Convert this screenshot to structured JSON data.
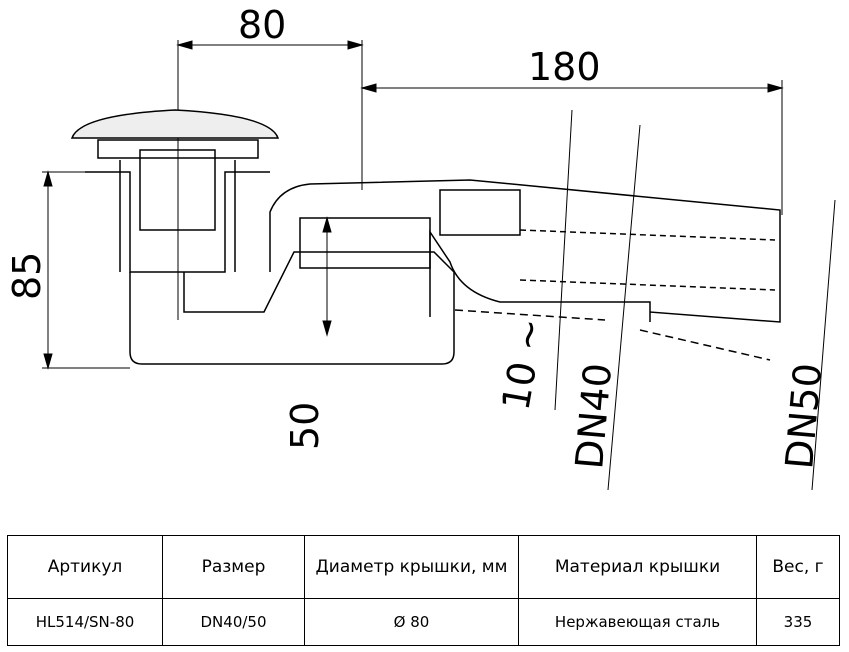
{
  "drawing": {
    "dim_cover_diameter": "80",
    "dim_outlet_length": "180",
    "dim_height": "85",
    "dim_water_seal": "50",
    "dim_slope": "10 ~",
    "dim_dn40": "DN40",
    "dim_dn50": "DN50"
  },
  "table": {
    "headers": [
      "Артикул",
      "Размер",
      "Диаметр крышки, мм",
      "Материал крышки",
      "Вес, г"
    ],
    "rows": [
      [
        "HL514/SN-80",
        "DN40/50",
        "Ø 80",
        "Нержавеющая сталь",
        "335"
      ]
    ]
  }
}
